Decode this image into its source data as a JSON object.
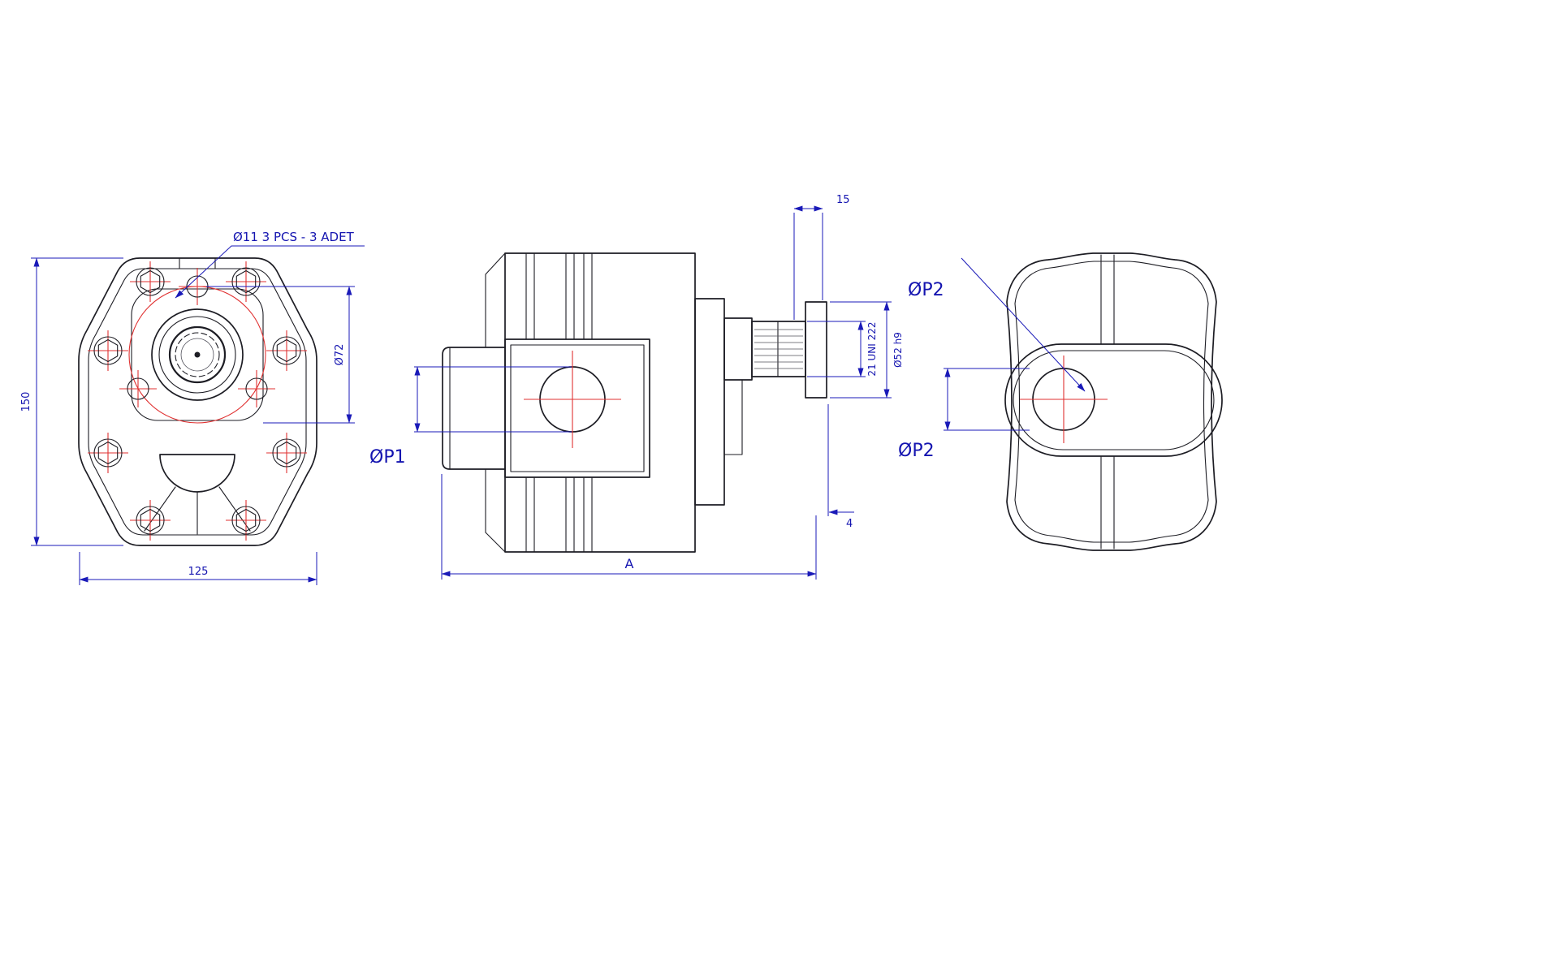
{
  "drawing": {
    "type": "engineering-drawing",
    "subject": "gear pump orthographic views",
    "colors": {
      "background": "#ffffff",
      "part_line": "#1d1d24",
      "dimension": "#1414b0",
      "centerline": "#e03232"
    },
    "front_view": {
      "dim_height": "150",
      "dim_width": "125",
      "dim_bolt_circle": "Ø72",
      "note_holes": "Ø11 3 PCS - 3 ADET"
    },
    "side_view": {
      "dim_port": "ØP1",
      "dim_length": "A",
      "dim_shaft_tip": "15",
      "dim_spline": "21 UNI 222",
      "dim_pilot": "Ø52 h9",
      "dim_rear_offset": "4"
    },
    "rear_view": {
      "dim_port_upper": "ØP2",
      "dim_port_lower": "ØP2"
    }
  }
}
